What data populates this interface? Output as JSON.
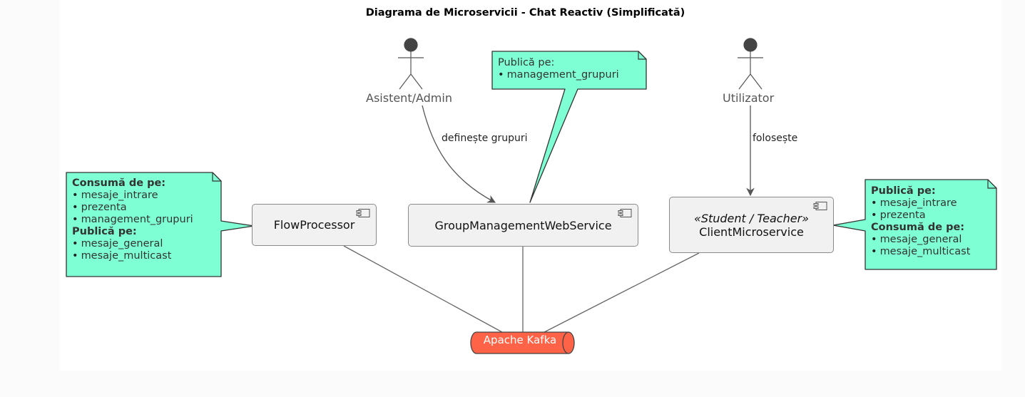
{
  "title": "Diagrama de Microservicii - Chat Reactiv (Simplificată)",
  "actors": [
    {
      "id": "admin",
      "label": "Asistent/Admin"
    },
    {
      "id": "user",
      "label": "Utilizator"
    }
  ],
  "components": [
    {
      "id": "flow",
      "name": "FlowProcessor",
      "stereotype": ""
    },
    {
      "id": "group",
      "name": "GroupManagementWebService",
      "stereotype": ""
    },
    {
      "id": "client",
      "name": "ClientMicroservice",
      "stereotype": "«Student / Teacher»"
    }
  ],
  "queue": {
    "label": "Apache Kafka"
  },
  "edges": [
    {
      "from": "Asistent/Admin",
      "to": "GroupManagementWebService",
      "label": "definește grupuri"
    },
    {
      "from": "Utilizator",
      "to": "ClientMicroservice",
      "label": "folosește"
    }
  ],
  "notes": {
    "group": {
      "heading": "Publică pe:",
      "items": [
        "management_grupuri"
      ]
    },
    "flow": {
      "consume_heading": "Consumă de pe:",
      "consume_items": [
        "mesaje_intrare",
        "prezenta",
        "management_grupuri"
      ],
      "publish_heading": "Publică pe:",
      "publish_items": [
        "mesaje_general",
        "mesaje_multicast"
      ]
    },
    "client": {
      "publish_heading": "Publică pe:",
      "publish_items": [
        "mesaje_intrare",
        "prezenta"
      ],
      "consume_heading": "Consumă de pe:",
      "consume_items": [
        "mesaje_general",
        "mesaje_multicast"
      ]
    }
  },
  "colors": {
    "note_fill": "#7fffd4",
    "note_border": "#333333",
    "queue_fill": "#ff6347",
    "actor_fill": "#444444",
    "component_fill": "#f1f1f1"
  }
}
